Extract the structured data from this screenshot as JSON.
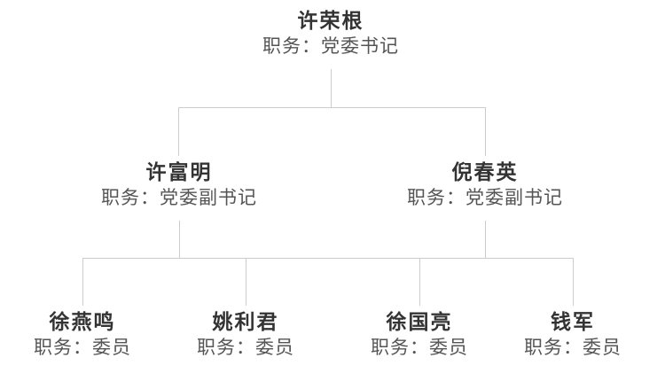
{
  "diagram": {
    "type": "org-chart-tree",
    "colors": {
      "background": "#ffffff",
      "connector_line": "#cccccc",
      "person_name": "#333333",
      "person_role": "#555555"
    },
    "root": {
      "name": "许荣根",
      "role": "职务：党委书记",
      "children": [
        {
          "name": "许富明",
          "role": "职务：党委副书记",
          "children": [
            {
              "name": "徐燕鸣",
              "role": "职务：委员"
            },
            {
              "name": "姚利君",
              "role": "职务：委员"
            }
          ]
        },
        {
          "name": "倪春英",
          "role": "职务：党委副书记",
          "children": [
            {
              "name": "徐国亮",
              "role": "职务：委员"
            },
            {
              "name": "钱军",
              "role": "职务：委员"
            }
          ]
        }
      ]
    }
  }
}
